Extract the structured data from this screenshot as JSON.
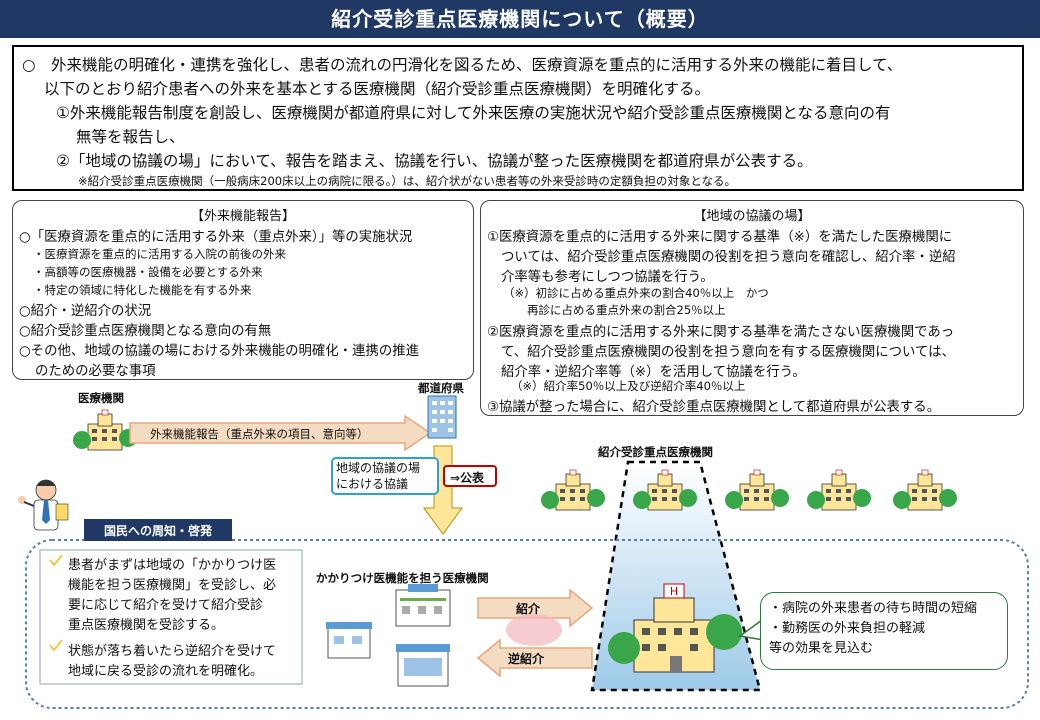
{
  "title": "紹介受診重点医療機関について（概要）",
  "summary": {
    "lines": [
      "○　外来機能の明確化・連携を強化し、患者の流れの円滑化を図るため、医療資源を重点的に活用する外来の機能に着目して、",
      "以下のとおり紹介患者への外来を基本とする医療機関（紹介受診重点医療機関）を明確化する。",
      "①外来機能報告制度を創設し、医療機関が都道府県に対して外来医療の実施状況や紹介受診重点医療機関となる意向の有",
      "無等を報告し、",
      "②「地域の協議の場」において、報告を踏まえ、協議を行い、協議が整った医療機関を都道府県が公表する。"
    ],
    "note": "※紹介受診重点医療機関（一般病床200床以上の病院に限る。）は、紹介状がない患者等の外来受診時の定額負担の対象となる。"
  },
  "report_box": {
    "heading": "【外来機能報告】",
    "lines": [
      "○「医療資源を重点的に活用する外来（重点外来）」等の実施状況",
      "・医療資源を重点的に活用する入院の前後の外来",
      "・高額等の医療機器・設備を必要とする外来",
      "・特定の領域に特化した機能を有する外来",
      "○紹介・逆紹介の状況",
      "○紹介受診重点医療機関となる意向の有無",
      "○その他、地域の協議の場における外来機能の明確化・連携の推進",
      "のための必要な事項"
    ]
  },
  "council_box": {
    "heading": "【地域の協議の場】",
    "lines": [
      "①医療資源を重点的に活用する外来に関する基準（※）を満たした医療機関に",
      "ついては、紹介受診重点医療機関の役割を担う意向を確認し、紹介率・逆紹",
      "介率等も参考にしつつ協議を行う。",
      "（※）初診に占める重点外来の割合40％以上　かつ",
      "再診に占める重点外来の割合25％以上",
      "②医療資源を重点的に活用する外来に関する基準を満たさない医療機関であっ",
      "て、紹介受診重点医療機関の役割を担う意向を有する医療機関については、",
      "紹介率・逆紹介率等（※）を活用して協議を行う。",
      "（※）紹介率50％以上及び逆紹介率40％以上",
      "③協議が整った場合に、紹介受診重点医療機関として都道府県が公表する。"
    ]
  },
  "flow": {
    "medical_institution": "医療機関",
    "prefecture": "都道府県",
    "report_arrow": "外来機能報告（重点外来の項目、意向等）",
    "council_label": "地域の協議の場\nにおける協議",
    "publish_label": "⇒公表",
    "key_institution": "紹介受診重点医療機関",
    "public_notice": "国民への周知・啓発",
    "kakaritsuke": "かかりつけ医機能を担う医療機関",
    "referral": "紹介",
    "reverse_referral": "逆紹介"
  },
  "patient_text": {
    "item1": [
      "患者がまずは地域の「かかりつけ医",
      "機能を担う医療機関」を受診し、必",
      "要に応じて紹介を受けて紹介受診",
      "重点医療機関を受診する。"
    ],
    "item2": [
      "状態が落ち着いたら逆紹介を受けて",
      "地域に戻る受診の流れを明確化。"
    ]
  },
  "effects": [
    "・病院の外来患者の待ち時間の短縮",
    "・勤務医の外来負担の軽減",
    "等の効果を見込む"
  ],
  "colors": {
    "navy": "#1f3864",
    "tan": "#f4dcc2",
    "arrowTan": "#e8a77b",
    "red": "#c00000",
    "blue": "#2e75b6",
    "green": "#2e8b3c",
    "yellow": "#ffd966"
  }
}
